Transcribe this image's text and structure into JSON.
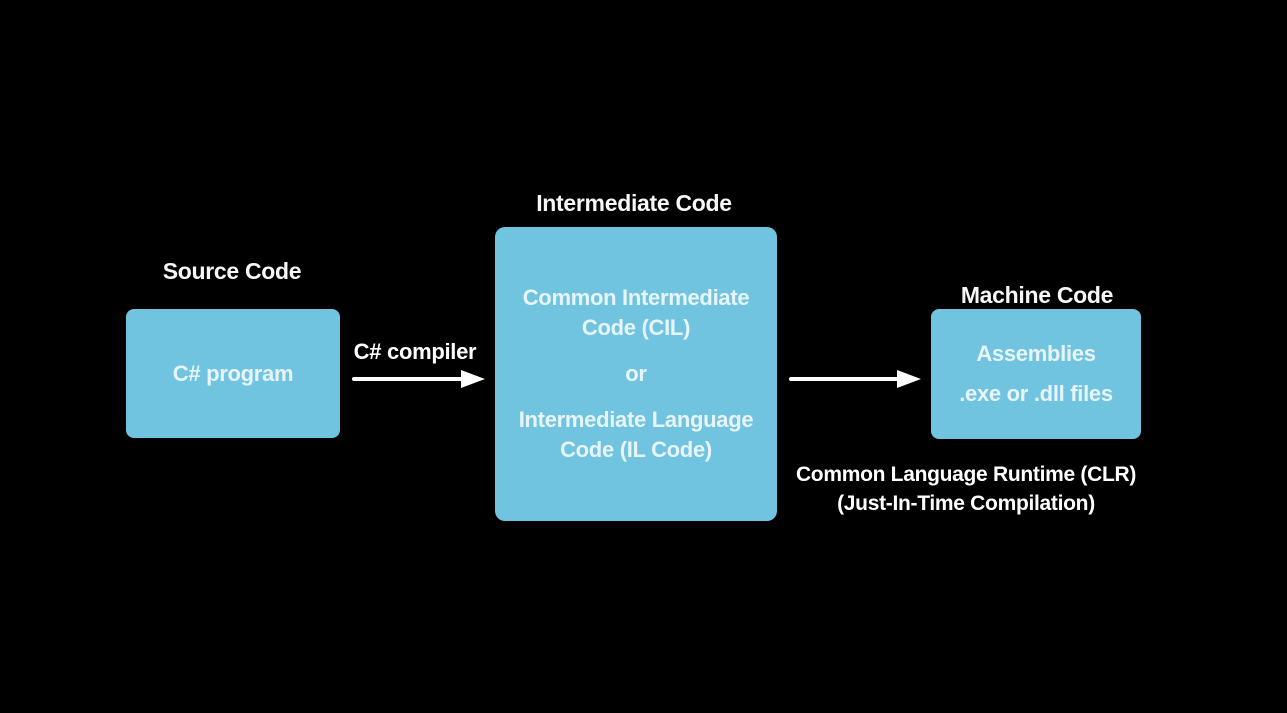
{
  "colors": {
    "background": "#000000",
    "box_fill": "#70c4e0",
    "box_text": "#e7f5fa",
    "title_text": "#f7f7f7",
    "arrow": "#ffffff"
  },
  "nodes": {
    "source": {
      "title": "Source Code",
      "lines": [
        "C# program"
      ]
    },
    "intermediate": {
      "title": "Intermediate Code",
      "lines": [
        "Common Intermediate Code (CIL)",
        "or",
        "Intermediate Language Code (IL Code)"
      ]
    },
    "machine": {
      "title": "Machine Code",
      "lines": [
        "Assemblies",
        ".exe or .dll files"
      ]
    }
  },
  "arrows": {
    "compiler": {
      "label": "C# compiler"
    },
    "runtime": {
      "label_line1": "Common Language Runtime (CLR)",
      "label_line2": "(Just-In-Time Compilation)"
    }
  }
}
